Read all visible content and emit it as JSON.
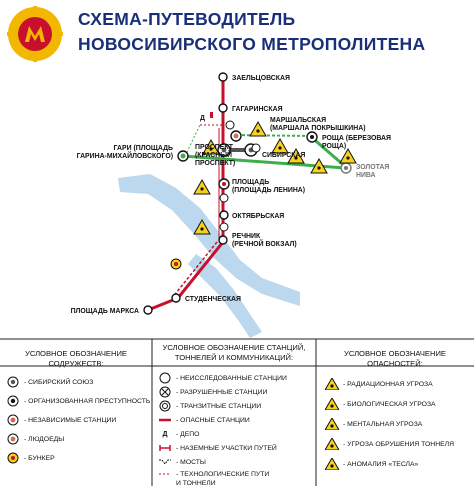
{
  "header": {
    "title_line1": "СХЕМА-ПУТЕВОДИТЕЛЬ",
    "title_line2": "НОВОСИБИРСКОГО МЕТРОПОЛИТЕНА",
    "logo_letter": "М",
    "logo_colors": {
      "ring": "#f2b800",
      "center": "#c8102e"
    }
  },
  "map": {
    "stations": {
      "zaeltsovskaya": "ЗАЕЛЬЦОВСКАЯ",
      "gagarinskaya": "ГАГАРИНСКАЯ",
      "marshalskaya_1": "МАРШАЛЬСКАЯ",
      "marshalskaya_2": "(МАРШАЛА ПОКРЫШКИНА)",
      "sibirskaya": "СИБИРСКАЯ",
      "prospekt_1": "ПРОСПЕКТ",
      "prospekt_2": "(КРАСНЫЙ",
      "prospekt_3": "ПРОСПЕКТ)",
      "roshcha_1": "РОЩА (БЕРЕЗОВАЯ",
      "roshcha_2": "РОЩА)",
      "gari_1": "ГАРИ (ПЛОЩАДЬ",
      "gari_2": "ГАРИНА-МИХАЙЛОВСКОГО)",
      "zolotaya_1": "ЗОЛОТАЯ",
      "zolotaya_2": "НИВА",
      "ploshchad_lenina_1": "ПЛОЩАДЬ",
      "ploshchad_lenina_2": "(ПЛОЩАДЬ ЛЕНИНА)",
      "oktyabrskaya": "ОКТЯБРЬСКАЯ",
      "rechnik_1": "РЕЧНИК",
      "rechnik_2": "(РЕЧНОЙ ВОКЗАЛ)",
      "studencheskaya": "СТУДЕНЧЕСКАЯ",
      "ploshchad_marksa": "ПЛОЩАДЬ МАРКСА"
    },
    "depot_letter": "Д",
    "colors": {
      "line_red": "#c8102e",
      "line_green": "#3cae4a",
      "river": "#bcd8ef",
      "hazard_yellow": "#f7d21c"
    }
  },
  "legend": {
    "groups": {
      "title": "УСЛОВНОЕ ОБОЗНАЧЕНИЕ СОДРУЖЕСТВ:",
      "items": [
        "- СИБИРСКИЙ СОЮЗ",
        "- ОРГАНИЗОВАННАЯ ПРЕСТУПНОСТЬ",
        "- НЕЗАВИСИМЫЕ СТАНЦИИ",
        "- ЛЮДОЕДЫ",
        "- БУНКЕР"
      ]
    },
    "stations": {
      "title_line1": "УСЛОВНОЕ ОБОЗНАЧЕНИЕ СТАНЦИЙ,",
      "title_line2": "ТОННЕЛЕЙ И КОММУНИКАЦИЙ:",
      "items": [
        "- НЕИССЛЕДОВАННЫЕ СТАНЦИИ",
        "- РАЗРУШЕННЫЕ СТАНЦИИ",
        "- ТРАНЗИТНЫЕ СТАНЦИИ",
        "- ОПАСНЫЕ СТАНЦИИ",
        "- ДЕПО",
        "- НАЗЕМНЫЕ УЧАСТКИ ПУТЕЙ",
        "- МОСТЫ",
        "- ТЕХНОЛОГИЧЕСКИЕ ПУТИ",
        "И ТОННЕЛИ"
      ],
      "depot_letter": "Д"
    },
    "dangers": {
      "title": "УСЛОВНОЕ ОБОЗНАЧЕНИЕ ОПАСНОСТЕЙ:",
      "items": [
        "- РАДИАЦИОННАЯ УГРОЗА",
        "- БИОЛОГИЧЕСКАЯ УГРОЗА",
        "- МЕНТАЛЬНАЯ УГРОЗА",
        "- УГРОЗА ОБРУШЕНИЯ ТОННЕЛЯ",
        "- АНОМАЛИЯ «ТЕСЛА»"
      ]
    }
  }
}
